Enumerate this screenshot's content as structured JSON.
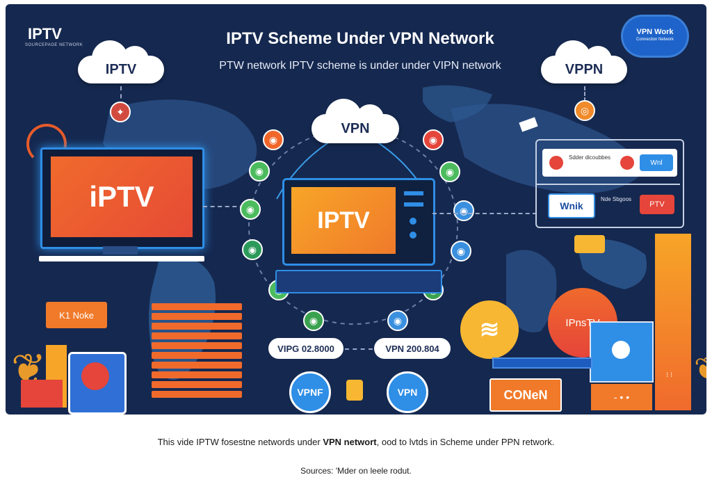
{
  "header": {
    "logo_text": "IPTV",
    "logo_subtext": "SOURCEPAGE NETWORK",
    "title": "IPTV Scheme Under VPN Network",
    "subtitle": "PTW network IPTV scheme is under under VIPN network",
    "badge_title": "VPN Work",
    "badge_subtext": "Connection Network"
  },
  "clouds": {
    "left": "IPTV",
    "center": "VPN",
    "right": "VPPN"
  },
  "screens": {
    "left_monitor": "iPTV",
    "center_tv": "IPTV"
  },
  "right_panel": {
    "row1_text": "Sdder dicoubbes",
    "row1_button": "Wnl",
    "row2_left": "Wnik",
    "row2_text": "Nde Sbgoos",
    "row2_button": "PTV"
  },
  "labels": {
    "note_box": "K1 Noke",
    "pill_left": "VIPG 02.8000",
    "pill_right": "VPN 200.804",
    "vpn_bubble_left": "VPNF",
    "vpn_bubble_right": "VPN",
    "iptv_bubble": "IPnsTV",
    "connect_box": "CONeN",
    "dots_box": "- • •"
  },
  "footer": {
    "caption_part1": "This vide IPTW fosestne networds under ",
    "caption_bold": "VPN networt",
    "caption_part2": ", ood to lvtds in Scheme under PPN retwork.",
    "sources": "Sources: 'Mder on leele rodut."
  },
  "colors": {
    "background": "#15284f",
    "orange": "#f07a2a",
    "accent_blue": "#2f8ee6",
    "green": "#4cbb5e",
    "red": "#e5453a"
  }
}
